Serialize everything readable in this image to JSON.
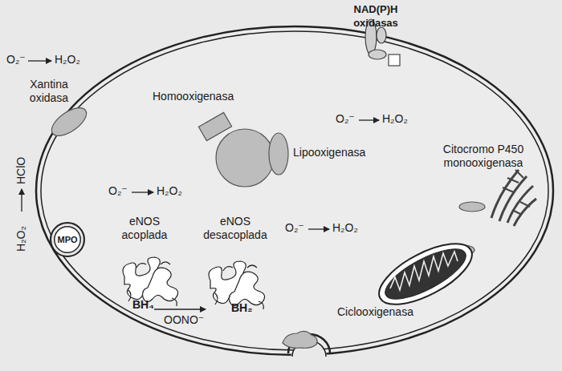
{
  "diagram": {
    "nodes": [
      {
        "text": [
          "MPO"
        ]
      }
    ],
    "labels": [
      "O₂⁻",
      "H₂O₂",
      "Xantina oxidasa",
      "NAD(P)H oxidasas",
      "Homooxigenasa",
      "Lipooxigenasa",
      "O₂⁻",
      "H₂O₂",
      "Citocromo P450 monooxigenasa",
      "H₂O₂",
      "HClO",
      "O₂⁻",
      "H₂O₂",
      "eNOS acoplada",
      "eNOS desacoplada",
      "O₂⁻",
      "H₂O₂",
      "BH₄",
      "OONO⁻",
      "BH₂",
      "Ciclooxigenasa"
    ]
  }
}
